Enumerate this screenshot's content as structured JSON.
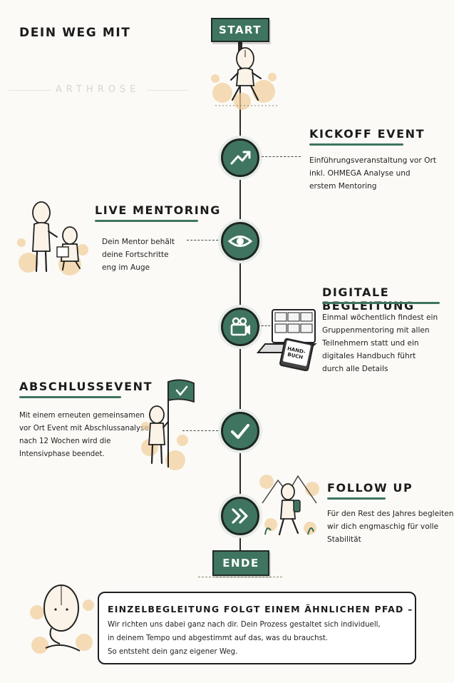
{
  "title": "DEIN WEG MIT",
  "brand": "ARTHROSE",
  "signs": {
    "start": "START",
    "end": "ENDE"
  },
  "steps": [
    {
      "title": "KICKOFF EVENT",
      "text": [
        "Einführungsveranstaltung vor Ort",
        "inkl. OHMEGA Analyse und",
        "erstem Mentoring"
      ],
      "icon": "trend-up-icon"
    },
    {
      "title": "LIVE MENTORING",
      "text": [
        "Dein Mentor behält",
        "deine Fortschritte",
        "eng im Auge"
      ],
      "icon": "eye-icon"
    },
    {
      "title": "DIGITALE BEGLEITUNG",
      "text": [
        "Einmal wöchentlich findest ein",
        "Gruppenmentoring mit allen",
        "Teilnehmern statt und ein",
        "digitales Handbuch führt",
        "durch alle Details"
      ],
      "icon": "video-camera-icon"
    },
    {
      "title": "ABSCHLUSSEVENT",
      "text": [
        "Mit einem erneuten gemeinsamen",
        "vor Ort Event mit Abschlussanalyse",
        "nach 12 Wochen wird die",
        "Intensivphase beendet."
      ],
      "icon": "check-icon"
    },
    {
      "title": "FOLLOW UP",
      "text": [
        "Für den Rest des Jahres begleiten",
        "wir dich engmaschig für volle",
        "Stabilität"
      ],
      "icon": "fast-forward-icon"
    }
  ],
  "handbook_label": [
    "HAND-",
    "BUCH"
  ],
  "footer": {
    "title": "EINZELBEGLEITUNG FOLGT EINEM ÄHNLICHEN PFAD –",
    "text": [
      "Wir richten uns dabei ganz nach dir. Dein Prozess gestaltet sich individuell,",
      "in deinem Tempo und abgestimmt auf das, was du brauchst.",
      "So entsteht dein ganz eigener Weg."
    ]
  },
  "colors": {
    "accent": "#3f7560",
    "ink": "#1c1c1c",
    "splash": "#f0c98f"
  }
}
